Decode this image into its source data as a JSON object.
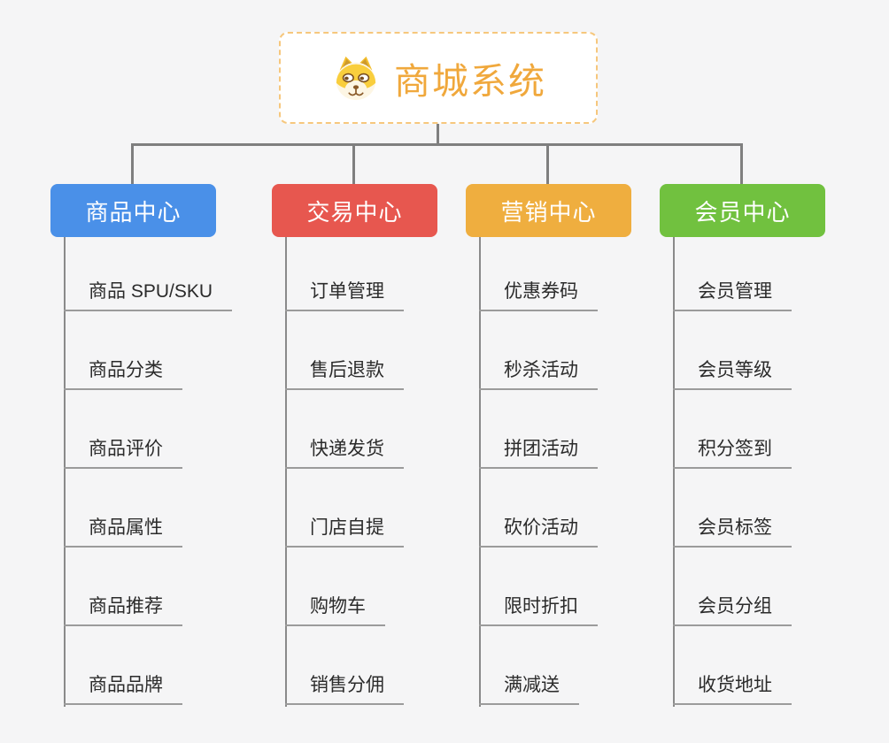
{
  "title": {
    "text": "商城系统",
    "text_color": "#F0A83C",
    "border_color": "#F6C77D",
    "icon": "shiba-dog-icon"
  },
  "canvas": {
    "background": "#F5F5F6",
    "connector_color": "#7F7F7F",
    "underline_color": "#9B9B9B",
    "item_text_color": "#2B2B2B"
  },
  "branches": [
    {
      "label": "商品中心",
      "color": "#4A90E8",
      "items": [
        "商品 SPU/SKU",
        "商品分类",
        "商品评价",
        "商品属性",
        "商品推荐",
        "商品品牌"
      ]
    },
    {
      "label": "交易中心",
      "color": "#E7574F",
      "items": [
        "订单管理",
        "售后退款",
        "快递发货",
        "门店自提",
        "购物车",
        "销售分佣"
      ]
    },
    {
      "label": "营销中心",
      "color": "#EFAE3F",
      "items": [
        "优惠券码",
        "秒杀活动",
        "拼团活动",
        "砍价活动",
        "限时折扣",
        "满减送"
      ]
    },
    {
      "label": "会员中心",
      "color": "#71C13F",
      "items": [
        "会员管理",
        "会员等级",
        "积分签到",
        "会员标签",
        "会员分组",
        "收货地址"
      ]
    }
  ]
}
